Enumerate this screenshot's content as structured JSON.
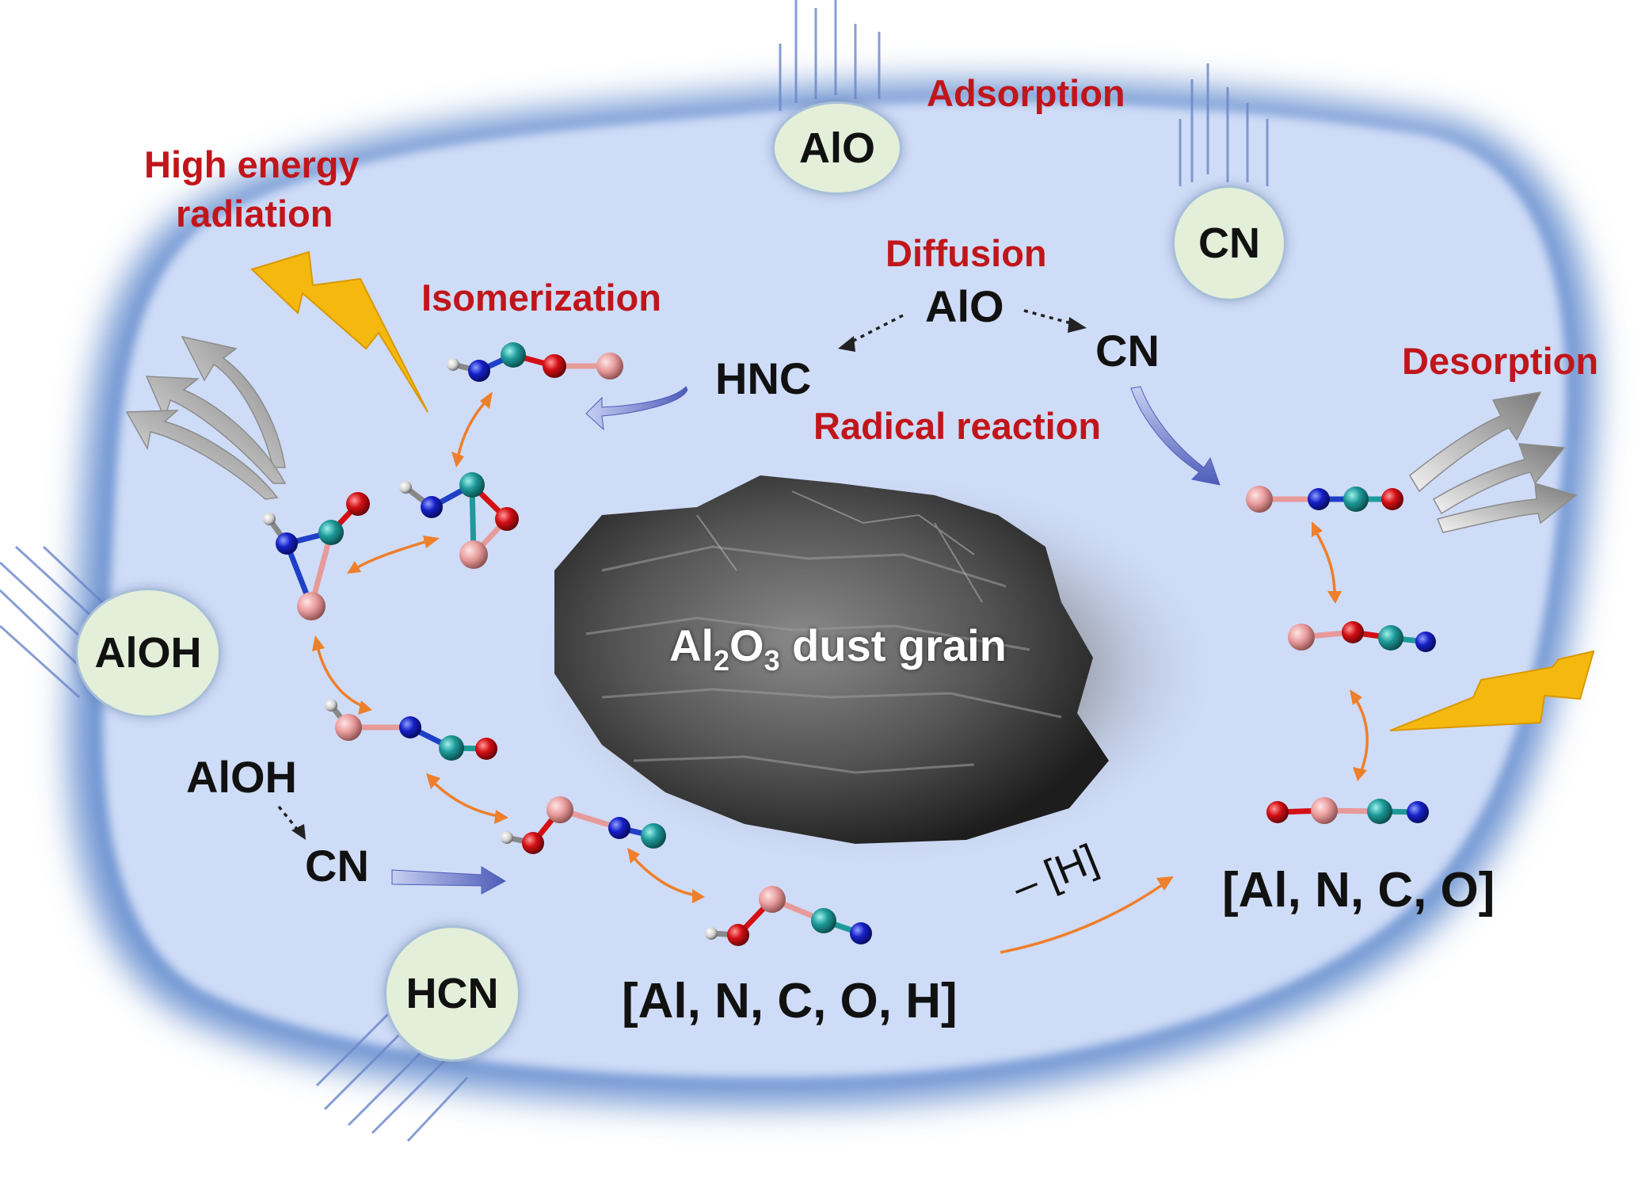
{
  "colors": {
    "ice": "#cfdcf7",
    "ice_edge": "#7a9fd6",
    "label_red": "#c0161b",
    "aluminum": "#e79a9a",
    "nitrogen": "#1620c8",
    "carbon": "#1e9a9a",
    "oxygen": "#d40f14",
    "hydrogen": "#e0e0e0",
    "radiation": "#f5b80f",
    "desorption_arrow": "#8c8c8c",
    "isomer_arrow": "#ee7f2b",
    "process_arrow": "#5a6bc2"
  },
  "process_labels": {
    "adsorption": "Adsorption",
    "high_energy_radiation_1": "High energy",
    "high_energy_radiation_2": "radiation",
    "diffusion": "Diffusion",
    "isomerization": "Isomerization",
    "desorption": "Desorption",
    "radical_reaction": "Radical reaction"
  },
  "gas_species": {
    "alo": "AlO",
    "cn": "CN",
    "aloh": "AlOH",
    "hcn": "HCN"
  },
  "surface_species": {
    "alo": "AlO",
    "hnc": "HNC",
    "cn_right": "CN",
    "aloh": "AlOH",
    "cn_left": "CN"
  },
  "grain": {
    "name_prefix": "Al",
    "sub1": "2",
    "name_mid": "O",
    "sub2": "3",
    "name_suffix": " dust grain"
  },
  "products": {
    "alncoh": "[Al, N, C, O, H]",
    "alnco": "[Al, N, C, O]",
    "h_loss": "– [H]"
  }
}
